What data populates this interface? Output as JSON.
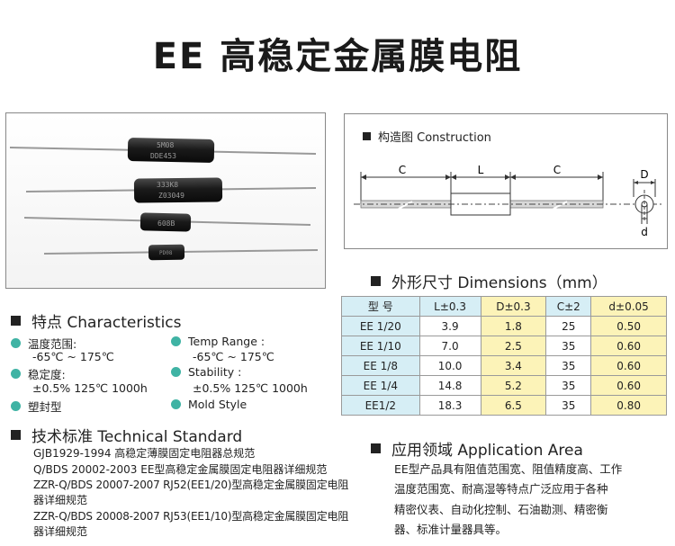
{
  "title": "EE 高稳定金属膜电阻",
  "photo": {
    "resistors": [
      {
        "line1": "5M08",
        "line2": "DDE453"
      },
      {
        "line1": "333K8",
        "line2": "Z03049"
      },
      {
        "line1": "608B",
        "line2": ""
      },
      {
        "line1": "PD08",
        "line2": ""
      }
    ]
  },
  "construction": {
    "heading": "构造图 Construction",
    "labels": {
      "c_left": "C",
      "l": "L",
      "c_right": "C",
      "d_upper": "D",
      "d_lower": "d"
    }
  },
  "dimensions": {
    "heading": "外形尺寸 Dimensions（mm）",
    "columns": [
      "型 号",
      "L±0.3",
      "D±0.3",
      "C±2",
      "d±0.05"
    ],
    "rows": [
      [
        "EE 1/20",
        "3.9",
        "1.8",
        "25",
        "0.50"
      ],
      [
        "EE 1/10",
        "7.0",
        "2.5",
        "35",
        "0.60"
      ],
      [
        "EE 1/8",
        "10.0",
        "3.4",
        "35",
        "0.60"
      ],
      [
        "EE 1/4",
        "14.8",
        "5.2",
        "35",
        "0.60"
      ],
      [
        "EE1/2",
        "18.3",
        "6.5",
        "35",
        "0.80"
      ]
    ]
  },
  "characteristics": {
    "heading": "特点 Characteristics",
    "left": {
      "temp_label": "温度范围:",
      "temp_value": "-65℃ ~ 175℃",
      "stability_label": "稳定度:",
      "stability_value": "±0.5% 125℃ 1000h",
      "mold": "塑封型"
    },
    "right": {
      "temp_label": "Temp Range :",
      "temp_value": "-65℃ ~ 175℃",
      "stability_label": "Stability :",
      "stability_value": "±0.5% 125℃ 1000h",
      "mold": "Mold Style"
    }
  },
  "standard": {
    "heading": "技术标准 Technical Standard",
    "lines": [
      "GJB1929-1994  高稳定薄膜固定电阻器总规范",
      "Q/BDS 20002-2003  EE型高稳定金属膜固定电阻器详细规范",
      "ZZR-Q/BDS 20007-2007  RJ52(EE1/20)型高稳定金属膜固定电阻",
      "器详细规范",
      "ZZR-Q/BDS 20008-2007  RJ53(EE1/10)型高稳定金属膜固定电阻",
      "器详细规范"
    ]
  },
  "application": {
    "heading": "应用领域 Application Area",
    "lines": [
      "EE型产品具有阻值范围宽、阻值精度高、工作",
      "温度范围宽、耐高湿等特点广泛应用于各种",
      "精密仪表、自动化控制、石油勘测、精密衡",
      "器、标准计量器具等。"
    ]
  },
  "colors": {
    "accent_dot": "#3fb3a4",
    "table_header": "#d6eef5",
    "table_highlight": "#fcf3b8"
  }
}
